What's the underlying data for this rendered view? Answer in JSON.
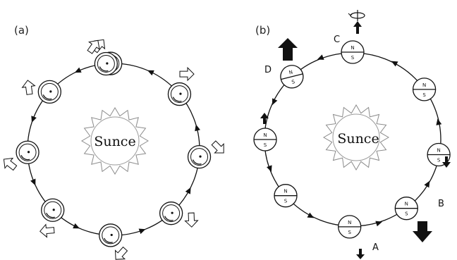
{
  "panel_a": {
    "label": "(a)",
    "sun_label": "Sunce",
    "orbit_positions": 9
  },
  "panel_b": {
    "label": "(b)",
    "sun_label": "Sunce",
    "pole_labels": {
      "north": "N",
      "south": "S"
    },
    "points": [
      {
        "id": "A",
        "label": "A"
      },
      {
        "id": "B",
        "label": "B"
      },
      {
        "id": "C",
        "label": "C"
      },
      {
        "id": "D",
        "label": "D"
      }
    ]
  },
  "colors": {
    "line": "#111111",
    "sun_outline": "#777777",
    "background": "#ffffff"
  }
}
